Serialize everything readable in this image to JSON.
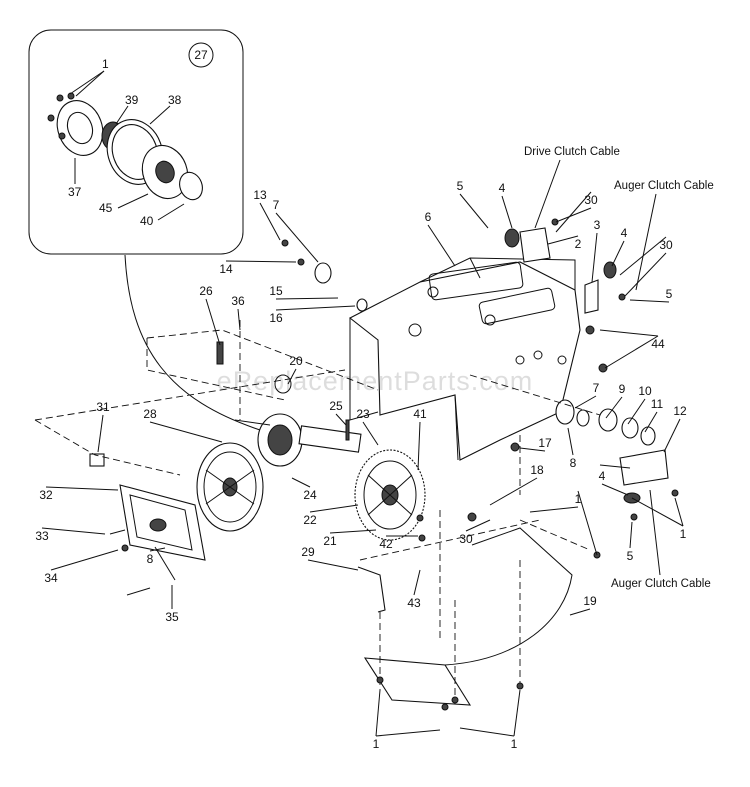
{
  "watermark": "eReplacementParts.com",
  "inset": {
    "ref_number": "27",
    "labels": [
      "1",
      "39",
      "38",
      "37",
      "45",
      "40"
    ]
  },
  "captions": {
    "drive_clutch_cable": "Drive Clutch Cable",
    "auger_clutch_cable_top": "Auger Clutch Cable",
    "auger_clutch_cable_bottom": "Auger Clutch Cable"
  },
  "callouts": [
    {
      "id": "13",
      "text": "13"
    },
    {
      "id": "7a",
      "text": "7"
    },
    {
      "id": "14",
      "text": "14"
    },
    {
      "id": "26",
      "text": "26"
    },
    {
      "id": "36",
      "text": "36"
    },
    {
      "id": "15",
      "text": "15"
    },
    {
      "id": "16",
      "text": "16"
    },
    {
      "id": "20",
      "text": "20"
    },
    {
      "id": "6",
      "text": "6"
    },
    {
      "id": "5a",
      "text": "5"
    },
    {
      "id": "4a",
      "text": "4"
    },
    {
      "id": "30a",
      "text": "30"
    },
    {
      "id": "2",
      "text": "2"
    },
    {
      "id": "3",
      "text": "3"
    },
    {
      "id": "4b",
      "text": "4"
    },
    {
      "id": "30b",
      "text": "30"
    },
    {
      "id": "5b",
      "text": "5"
    },
    {
      "id": "44",
      "text": "44"
    },
    {
      "id": "31",
      "text": "31"
    },
    {
      "id": "28",
      "text": "28"
    },
    {
      "id": "25",
      "text": "25"
    },
    {
      "id": "23",
      "text": "23"
    },
    {
      "id": "41",
      "text": "41"
    },
    {
      "id": "7b",
      "text": "7"
    },
    {
      "id": "9",
      "text": "9"
    },
    {
      "id": "10",
      "text": "10"
    },
    {
      "id": "11",
      "text": "11"
    },
    {
      "id": "12",
      "text": "12"
    },
    {
      "id": "17",
      "text": "17"
    },
    {
      "id": "8a",
      "text": "8"
    },
    {
      "id": "32",
      "text": "32"
    },
    {
      "id": "24",
      "text": "24"
    },
    {
      "id": "18",
      "text": "18"
    },
    {
      "id": "4c",
      "text": "4"
    },
    {
      "id": "1a",
      "text": "1"
    },
    {
      "id": "1b",
      "text": "1"
    },
    {
      "id": "22",
      "text": "22"
    },
    {
      "id": "33",
      "text": "33"
    },
    {
      "id": "21",
      "text": "21"
    },
    {
      "id": "42",
      "text": "42"
    },
    {
      "id": "30c",
      "text": "30"
    },
    {
      "id": "5c",
      "text": "5"
    },
    {
      "id": "29",
      "text": "29"
    },
    {
      "id": "34",
      "text": "34"
    },
    {
      "id": "8b",
      "text": "8"
    },
    {
      "id": "43",
      "text": "43"
    },
    {
      "id": "35",
      "text": "35"
    },
    {
      "id": "19",
      "text": "19"
    },
    {
      "id": "1c",
      "text": "1"
    },
    {
      "id": "1d",
      "text": "1"
    }
  ]
}
